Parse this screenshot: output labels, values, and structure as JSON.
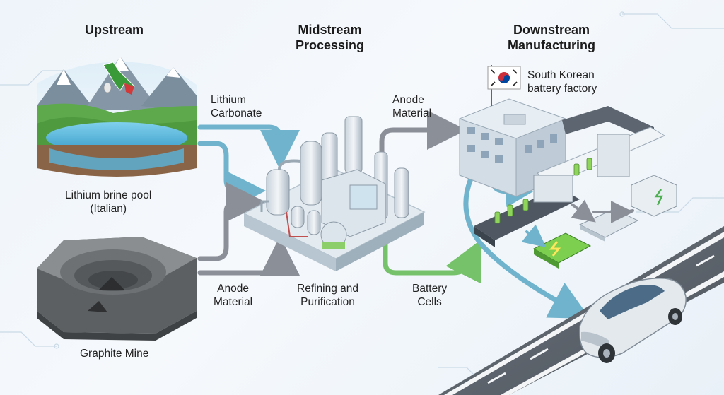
{
  "headers": {
    "upstream": "Upstream",
    "midstream": "Midstream\nProcessing",
    "downstream": "Downstream\nManufacturing"
  },
  "nodes": {
    "brine_pool": "Lithium brine pool\n(Italian)",
    "graphite_mine": "Graphite Mine",
    "refinery": "Refining and\nPurification",
    "factory": "South Korean\nbattery factory"
  },
  "flows": {
    "lithium_carbonate": "Lithium\nCarbonate",
    "anode_material_in": "Anode\nMaterial",
    "anode_material_out": "Anode\nMaterial",
    "battery_cells": "Battery\nCells"
  },
  "colors": {
    "teal_arrow": "#6fb3cc",
    "gray_arrow": "#8a8f98",
    "green_arrow": "#76c26a",
    "battery_green": "#7ccf4f"
  }
}
